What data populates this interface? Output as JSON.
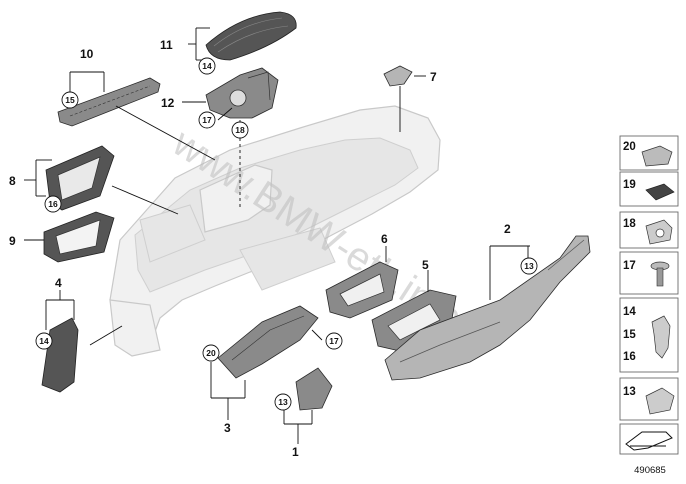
{
  "diagram": {
    "reference_number": "490685",
    "watermark": "www.BMW-etk.info",
    "callouts": {
      "c1": "1",
      "c2": "2",
      "c3": "3",
      "c4": "4",
      "c5": "5",
      "c6": "6",
      "c7": "7",
      "c8": "8",
      "c9": "9",
      "c10": "10",
      "c11": "11",
      "c12": "12"
    },
    "circled": {
      "k13a": "13",
      "k13b": "13",
      "k14a": "14",
      "k14b": "14",
      "k15": "15",
      "k16": "16",
      "k17a": "17",
      "k17b": "17",
      "k18": "18",
      "k20": "20"
    },
    "legend": {
      "items": [
        {
          "label": "20",
          "icon": "clip-icon"
        },
        {
          "label": "19",
          "icon": "pad-icon"
        },
        {
          "label": "18",
          "icon": "nut-clip-icon"
        },
        {
          "label": "17",
          "icon": "screw-icon"
        },
        {
          "label": "14\n15\n16",
          "icon": "spring-clip-icon"
        },
        {
          "label": "13",
          "icon": "clip-nut-icon"
        }
      ],
      "l20": "20",
      "l19": "19",
      "l18": "18",
      "l17": "17",
      "l14": "14",
      "l15": "15",
      "l16": "16",
      "l13": "13",
      "bottom_icon": "assembly-arrow-icon"
    }
  }
}
